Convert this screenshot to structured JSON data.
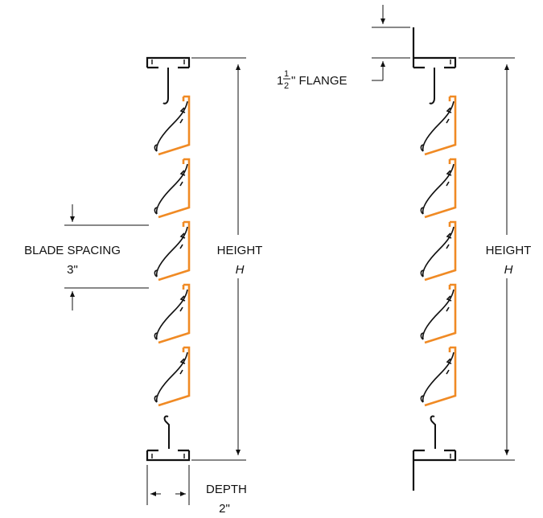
{
  "colors": {
    "blade": "#f08a24",
    "frame": "#111111",
    "background": "#ffffff"
  },
  "left_view": {
    "blade_spacing_label": "BLADE SPACING",
    "blade_spacing_value": "3\"",
    "height_label": "HEIGHT",
    "height_symbol": "H",
    "depth_label": "DEPTH",
    "depth_value": "2\""
  },
  "right_view": {
    "flange_whole": "1",
    "flange_numerator": "1",
    "flange_denominator": "2",
    "flange_label": "\" FLANGE",
    "height_label": "HEIGHT",
    "height_symbol": "H"
  }
}
